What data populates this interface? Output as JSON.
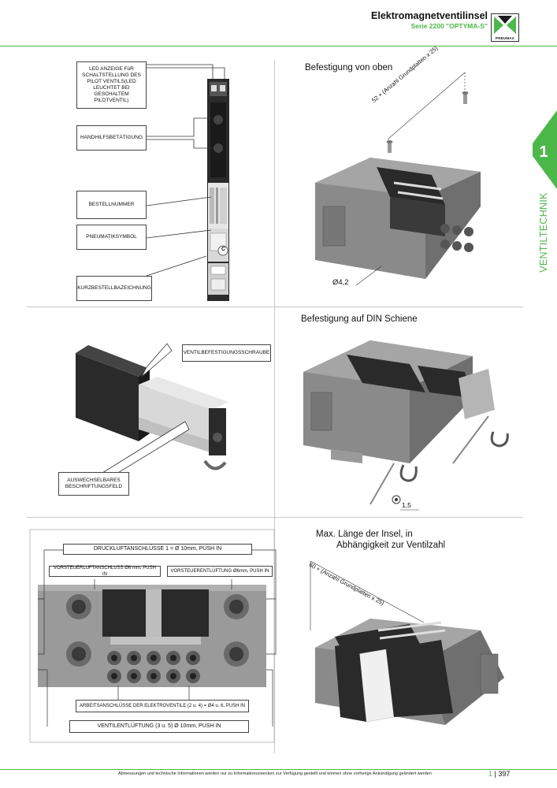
{
  "header": {
    "title": "Elektromagnetventilinsel",
    "subtitle": "Serie 2200 \"OPTYMA-S\"",
    "logo_text": "PNEUMAX"
  },
  "side_tab": {
    "number": "1",
    "label": "VENTILTECHNIK"
  },
  "colors": {
    "accent": "#4db84a",
    "grid": "#c8c8c8",
    "valve_dark": "#2a2a2a",
    "block_grey": "#8a8a8a"
  },
  "section1": {
    "labels": {
      "led": "LED ANZEIGE FüR SCHALTSTELLUNG DES PILOT VENTILS(LED LEUCHTET BEI GESCHALTEM PILOTVENTIL)",
      "manual": "HANDHILFSBETÄTIGUNG",
      "order_no": "BESTELLNUMMER",
      "symbol": "PNEUMATIKSYMBOL",
      "short": "KURZBESTELLBAZEICHNUNG"
    },
    "marker": "C"
  },
  "section2": {
    "title": "Befestigung von oben",
    "dim_diag": "52 + (Anzahl Grundplatten x 25)",
    "dim_hole": "Ø4,2"
  },
  "section3": {
    "labels": {
      "screw": "VENTILBEFESTIGUNGSSCHRAUBE",
      "field": "AUSWECHSELBARES BESCHRIFTUNGSFELD"
    }
  },
  "section4": {
    "title": "Befestigung auf DIN Schiene",
    "dim": "1,5"
  },
  "section5": {
    "labels": {
      "supply": "DRUCKLUFTANSCHLÜSSE 1 = Ø 10mm, PUSH IN",
      "pilot_supply": "VORSTEUERLUFTANSCHLUSS Ø6 mm, PUSH IN",
      "pilot_exhaust": "VORSTEUERENTLÜFTUNG Ø6mm, PUSH IN",
      "work_ports": "ARBEITSANSCHLÜSSE DER ELEKTROVENTILE (2 u. 4) = Ø4 u. 6, PUSH IN",
      "exhaust": "VENTILENTLÜFTUNG (3 u. 5) Ø 10mm, PUSH IN"
    }
  },
  "section6": {
    "title_line1": "Max. Länge der Insel, in",
    "title_line2": "Abhängigkeit zur Ventilzahl",
    "dim_diag": "60 + (Anzahl Grundplatten x 25)"
  },
  "footer": {
    "note": "Abmessungen und technische Informationen werden nur zu Informationszwecken zur Verfügung gestellt und können ohne vorherige Ankündigung geändert werden",
    "section_no": "1",
    "separator": "|",
    "page_no": "397"
  }
}
